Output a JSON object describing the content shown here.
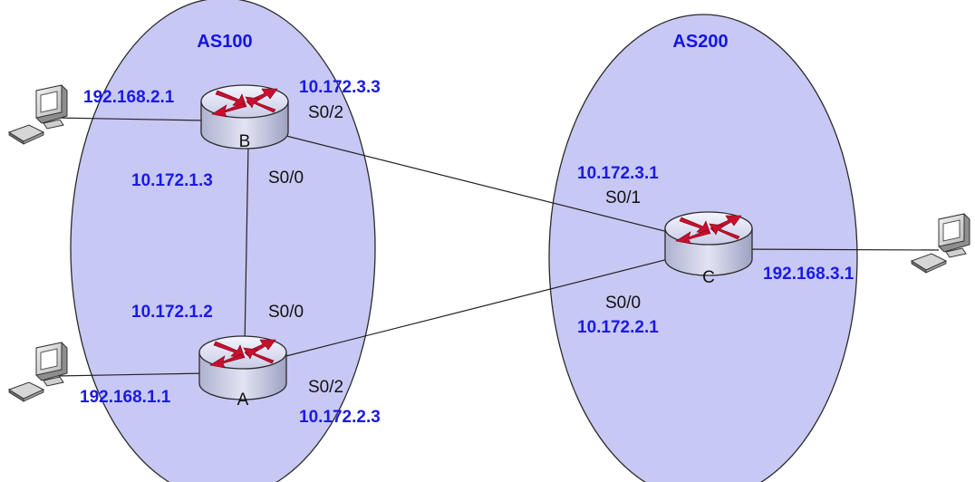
{
  "autonomous_systems": [
    {
      "label": "AS100"
    },
    {
      "label": "AS200"
    }
  ],
  "routers": {
    "b": {
      "label": "B"
    },
    "a": {
      "label": "A"
    },
    "c": {
      "label": "C"
    }
  },
  "addresses": {
    "b_lan": "192.168.2.1",
    "b_s02": "10.172.3.3",
    "b_s00": "10.172.1.3",
    "a_s00": "10.172.1.2",
    "a_lan": "192.168.1.1",
    "a_s02": "10.172.2.3",
    "c_s01": "10.172.3.1",
    "c_s00": "10.172.2.1",
    "c_lan": "192.168.3.1"
  },
  "interfaces": {
    "b_s02": "S0/2",
    "b_s00": "S0/0",
    "a_s00": "S0/0",
    "a_s02": "S0/2",
    "c_s01": "S0/1",
    "c_s00": "S0/0"
  },
  "colors": {
    "as_fill": "#c8c8f4",
    "address_text": "#1a1ae6",
    "router_body": "#c6c9e2",
    "router_arrows": "#c8102e"
  },
  "icons": [
    "router-icon",
    "computer-icon"
  ]
}
